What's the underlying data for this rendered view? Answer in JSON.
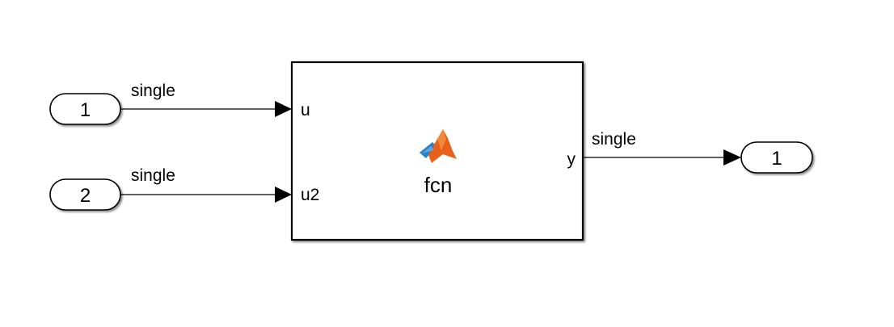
{
  "diagram": {
    "inports": [
      {
        "number": "1",
        "signal_label": "single"
      },
      {
        "number": "2",
        "signal_label": "single"
      }
    ],
    "function_block": {
      "name": "fcn",
      "icon": "matlab-logo-icon",
      "inputs": [
        "u",
        "u2"
      ],
      "outputs": [
        "y"
      ]
    },
    "outport": {
      "number": "1",
      "signal_label": "single"
    }
  },
  "colors": {
    "line": "#000000",
    "block_fill": "#ffffff",
    "port_fill": "#ffffff",
    "logo_orange": "#e8611a",
    "logo_blue": "#2f7fc1"
  }
}
